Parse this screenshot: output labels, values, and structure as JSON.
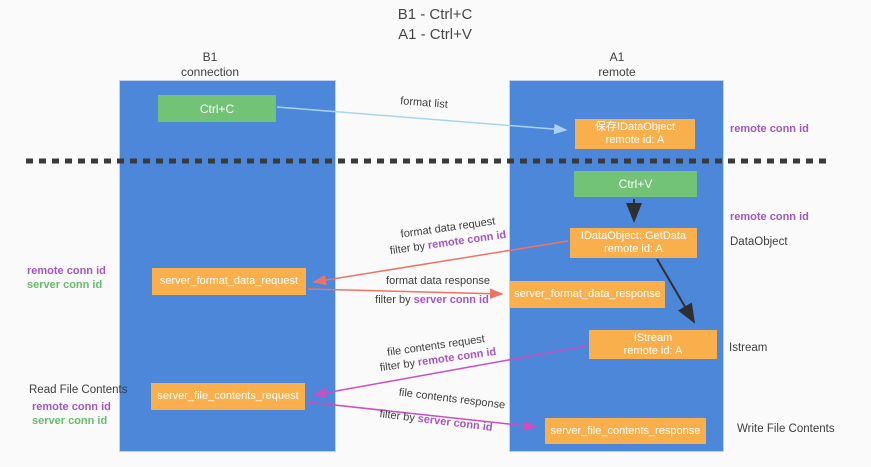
{
  "title": {
    "line1": "B1 - Ctrl+C",
    "line2": "A1 - Ctrl+V"
  },
  "columns": {
    "left": {
      "name": "B1",
      "role": "connection"
    },
    "right": {
      "name": "A1",
      "role": "remote"
    }
  },
  "nodes": {
    "ctrl_c": {
      "label": "Ctrl+C"
    },
    "ctrl_v": {
      "label": "Ctrl+V"
    },
    "save_idataobject": {
      "line1": "保存IDataObject",
      "line2": "remote id: A"
    },
    "getdata": {
      "line1": "IDataObject::GetData",
      "line2": "remote id: A"
    },
    "istream": {
      "line1": "IStream",
      "line2": "remote id: A"
    },
    "server_format_data_request": {
      "label": "server_format_data_request"
    },
    "server_format_data_response": {
      "label": "server_format_data_response"
    },
    "server_file_contents_request": {
      "label": "server_file_contents_request"
    },
    "server_file_contents_response": {
      "label": "server_file_contents_response"
    }
  },
  "edges": {
    "format_list": {
      "label": "format list"
    },
    "format_data_request": {
      "label": "format data request",
      "filter_prefix": "filter by",
      "filter_key": "remote conn id"
    },
    "format_data_response": {
      "label": "format data response",
      "filter_prefix": "filter by",
      "filter_key": "server conn id"
    },
    "file_contents_request": {
      "label": "file contents request",
      "filter_prefix": "filter by",
      "filter_key": "remote conn id"
    },
    "file_contents_response": {
      "label": "file contents response",
      "filter_prefix": "filter by",
      "filter_key": "server conn id"
    }
  },
  "side_labels": {
    "right_remote_conn_id_top": "remote conn id",
    "right_remote_conn_id_mid": "remote conn id",
    "data_object": "DataObject",
    "istream": "Istream",
    "write_file_contents": "Write File Contents",
    "read_file_contents": "Read File Contents",
    "left_remote_conn_id_top": "remote conn id",
    "left_server_conn_id_top": "server conn id",
    "left_remote_conn_id_bottom": "remote conn id",
    "left_server_conn_id_bottom": "server conn id"
  },
  "colors": {
    "lifeline_blue": "#4c87d9",
    "node_green": "#72c376",
    "node_orange": "#f9af4c",
    "arrow_blue": "#a8d4f2",
    "arrow_red": "#ec7466",
    "arrow_magenta": "#c94fc3",
    "arrow_black": "#2f2f2f",
    "label_purple": "#a356c6",
    "label_green": "#67bd6b",
    "text_dark": "#3d3d3d"
  }
}
